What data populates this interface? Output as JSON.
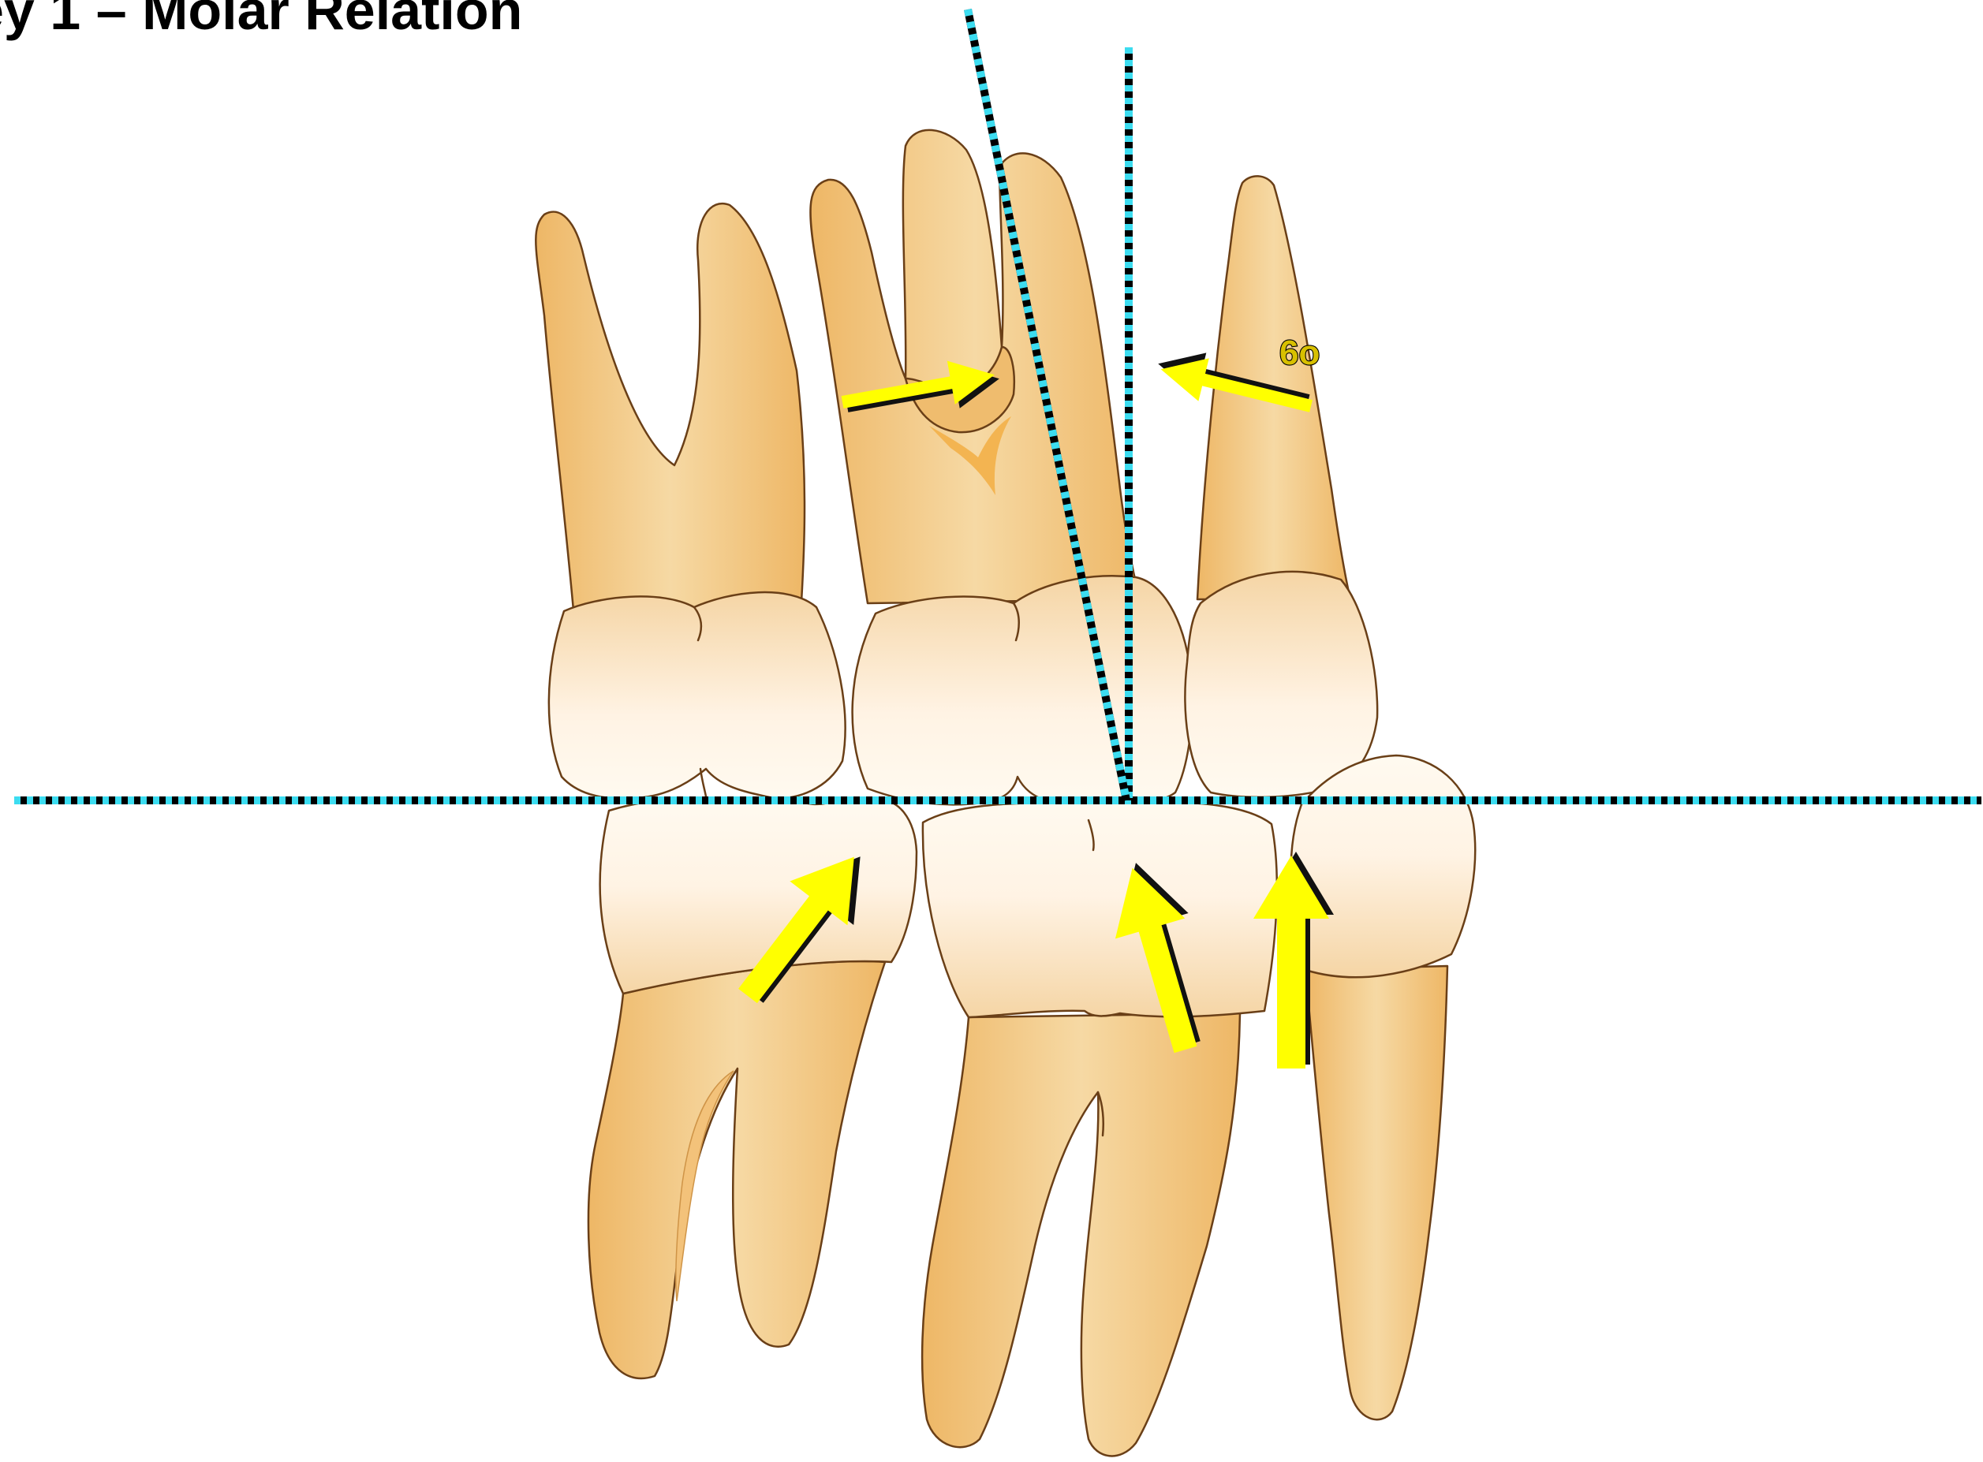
{
  "title": "ey 1 – Molar Relation",
  "angle_label": "6o",
  "colors": {
    "root_light": "#f6d9a4",
    "root_dark": "#eeb766",
    "crown_light": "#fffaf0",
    "crown_dark": "#f5d5a5",
    "outline": "#6a3f17",
    "arrow": "#ffff00",
    "arrow_shadow": "#111111",
    "reference_line_cyan": "#3cdcf0",
    "reference_line_black": "#000000"
  },
  "icons": {
    "arrows": "yellow-arrow-icon",
    "lines": "dotted-reference-line"
  }
}
